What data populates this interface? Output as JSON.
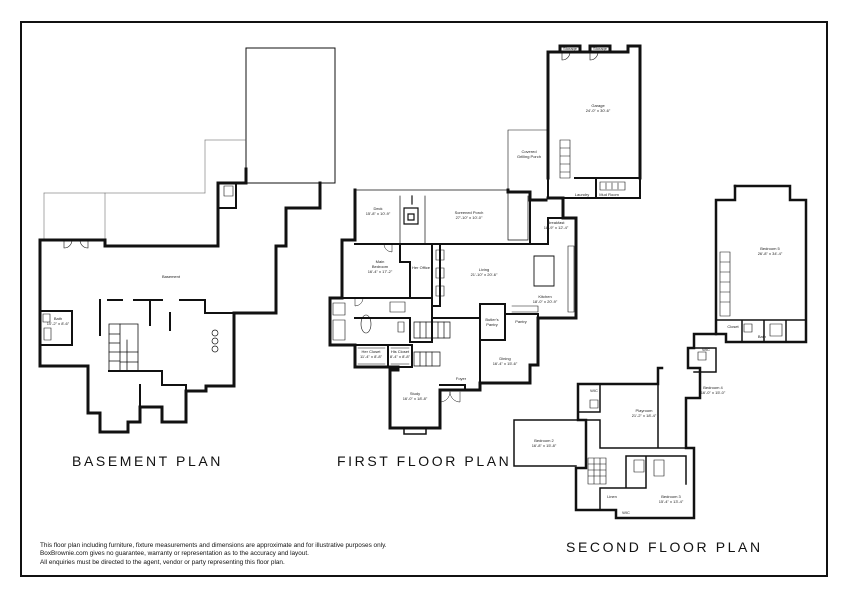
{
  "plan_titles": {
    "basement": "BASEMENT PLAN",
    "first": "FIRST FLOOR PLAN",
    "second": "SECOND FLOOR PLAN"
  },
  "disclaimer": [
    "This floor plan including furniture, fixture measurements and dimensions are approximate and for illustrative purposes only.",
    "BoxBrownie.com gives no guarantee, warranty or representation as to the accuracy and layout.",
    "All enquiries must be directed to the agent, vendor or party representing this floor plan."
  ],
  "rooms": {
    "basement": {
      "name": "Basement"
    },
    "basement_bath": {
      "name": "Bath",
      "dims": "10'-2\" x 8'-6\""
    },
    "garage": {
      "name": "Garage",
      "dims": "24'-0\" x 30'-6\""
    },
    "storage_1": {
      "name": "Storage"
    },
    "storage_2": {
      "name": "Storage"
    },
    "covered_porch": {
      "name": "Covered",
      "name2": "Grilling Porch"
    },
    "deck": {
      "name": "Deck",
      "dims": "15'-8\" x 10'-9\""
    },
    "screened_porch": {
      "name": "Screened Porch",
      "dims": "27'-10\" x 10'-0\""
    },
    "breakfast": {
      "name": "Breakfast",
      "dims": "18'-9\" x 12'-4\""
    },
    "main_bedroom": {
      "name": "Main",
      "name2": "Bedroom",
      "dims": "16'-4\" x 17'-2\""
    },
    "her_office": {
      "name": "Her Office"
    },
    "living": {
      "name": "Living",
      "dims": "21'-10\" x 20'-6\""
    },
    "kitchen": {
      "name": "Kitchen",
      "dims": "18'-0\" x 20'-9\""
    },
    "butlers_pantry": {
      "name": "Butler's",
      "name2": "Pantry"
    },
    "pantry": {
      "name": "Pantry"
    },
    "her_closet": {
      "name": "Her Closet",
      "dims": "11'-4\" x 8'-8\""
    },
    "his_closet": {
      "name": "His Closet",
      "dims": "8'-4\" x 8'-8\""
    },
    "foyer": {
      "name": "Foyer"
    },
    "dining": {
      "name": "Dining",
      "dims": "16'-4\" x 15'-6\""
    },
    "study": {
      "name": "Study",
      "dims": "16'-0\" x 18'-8\""
    },
    "mud_room": {
      "name": "Mud Room"
    },
    "laundry": {
      "name": "Laundry"
    },
    "bedroom_5": {
      "name": "Bedroom 5",
      "dims": "26'-8\" x 34'-4\""
    },
    "closet": {
      "name": "Closet"
    },
    "bath_b5": {
      "name": "Bath"
    },
    "wic_1": {
      "name": "WIC"
    },
    "bedroom_4": {
      "name": "Bedroom 4",
      "dims": "16'-0\" x 15'-0\""
    },
    "playroom": {
      "name": "Playroom",
      "dims": "21'-2\" x 18'-4\""
    },
    "bedroom_2": {
      "name": "Bedroom 2",
      "dims": "16'-8\" x 15'-8\""
    },
    "bedroom_3": {
      "name": "Bedroom 3",
      "dims": "15'-4\" x 13'-4\""
    },
    "wic_2": {
      "name": "WIC"
    },
    "wic_3": {
      "name": "WIC"
    },
    "linen": {
      "name": "Linen"
    }
  }
}
